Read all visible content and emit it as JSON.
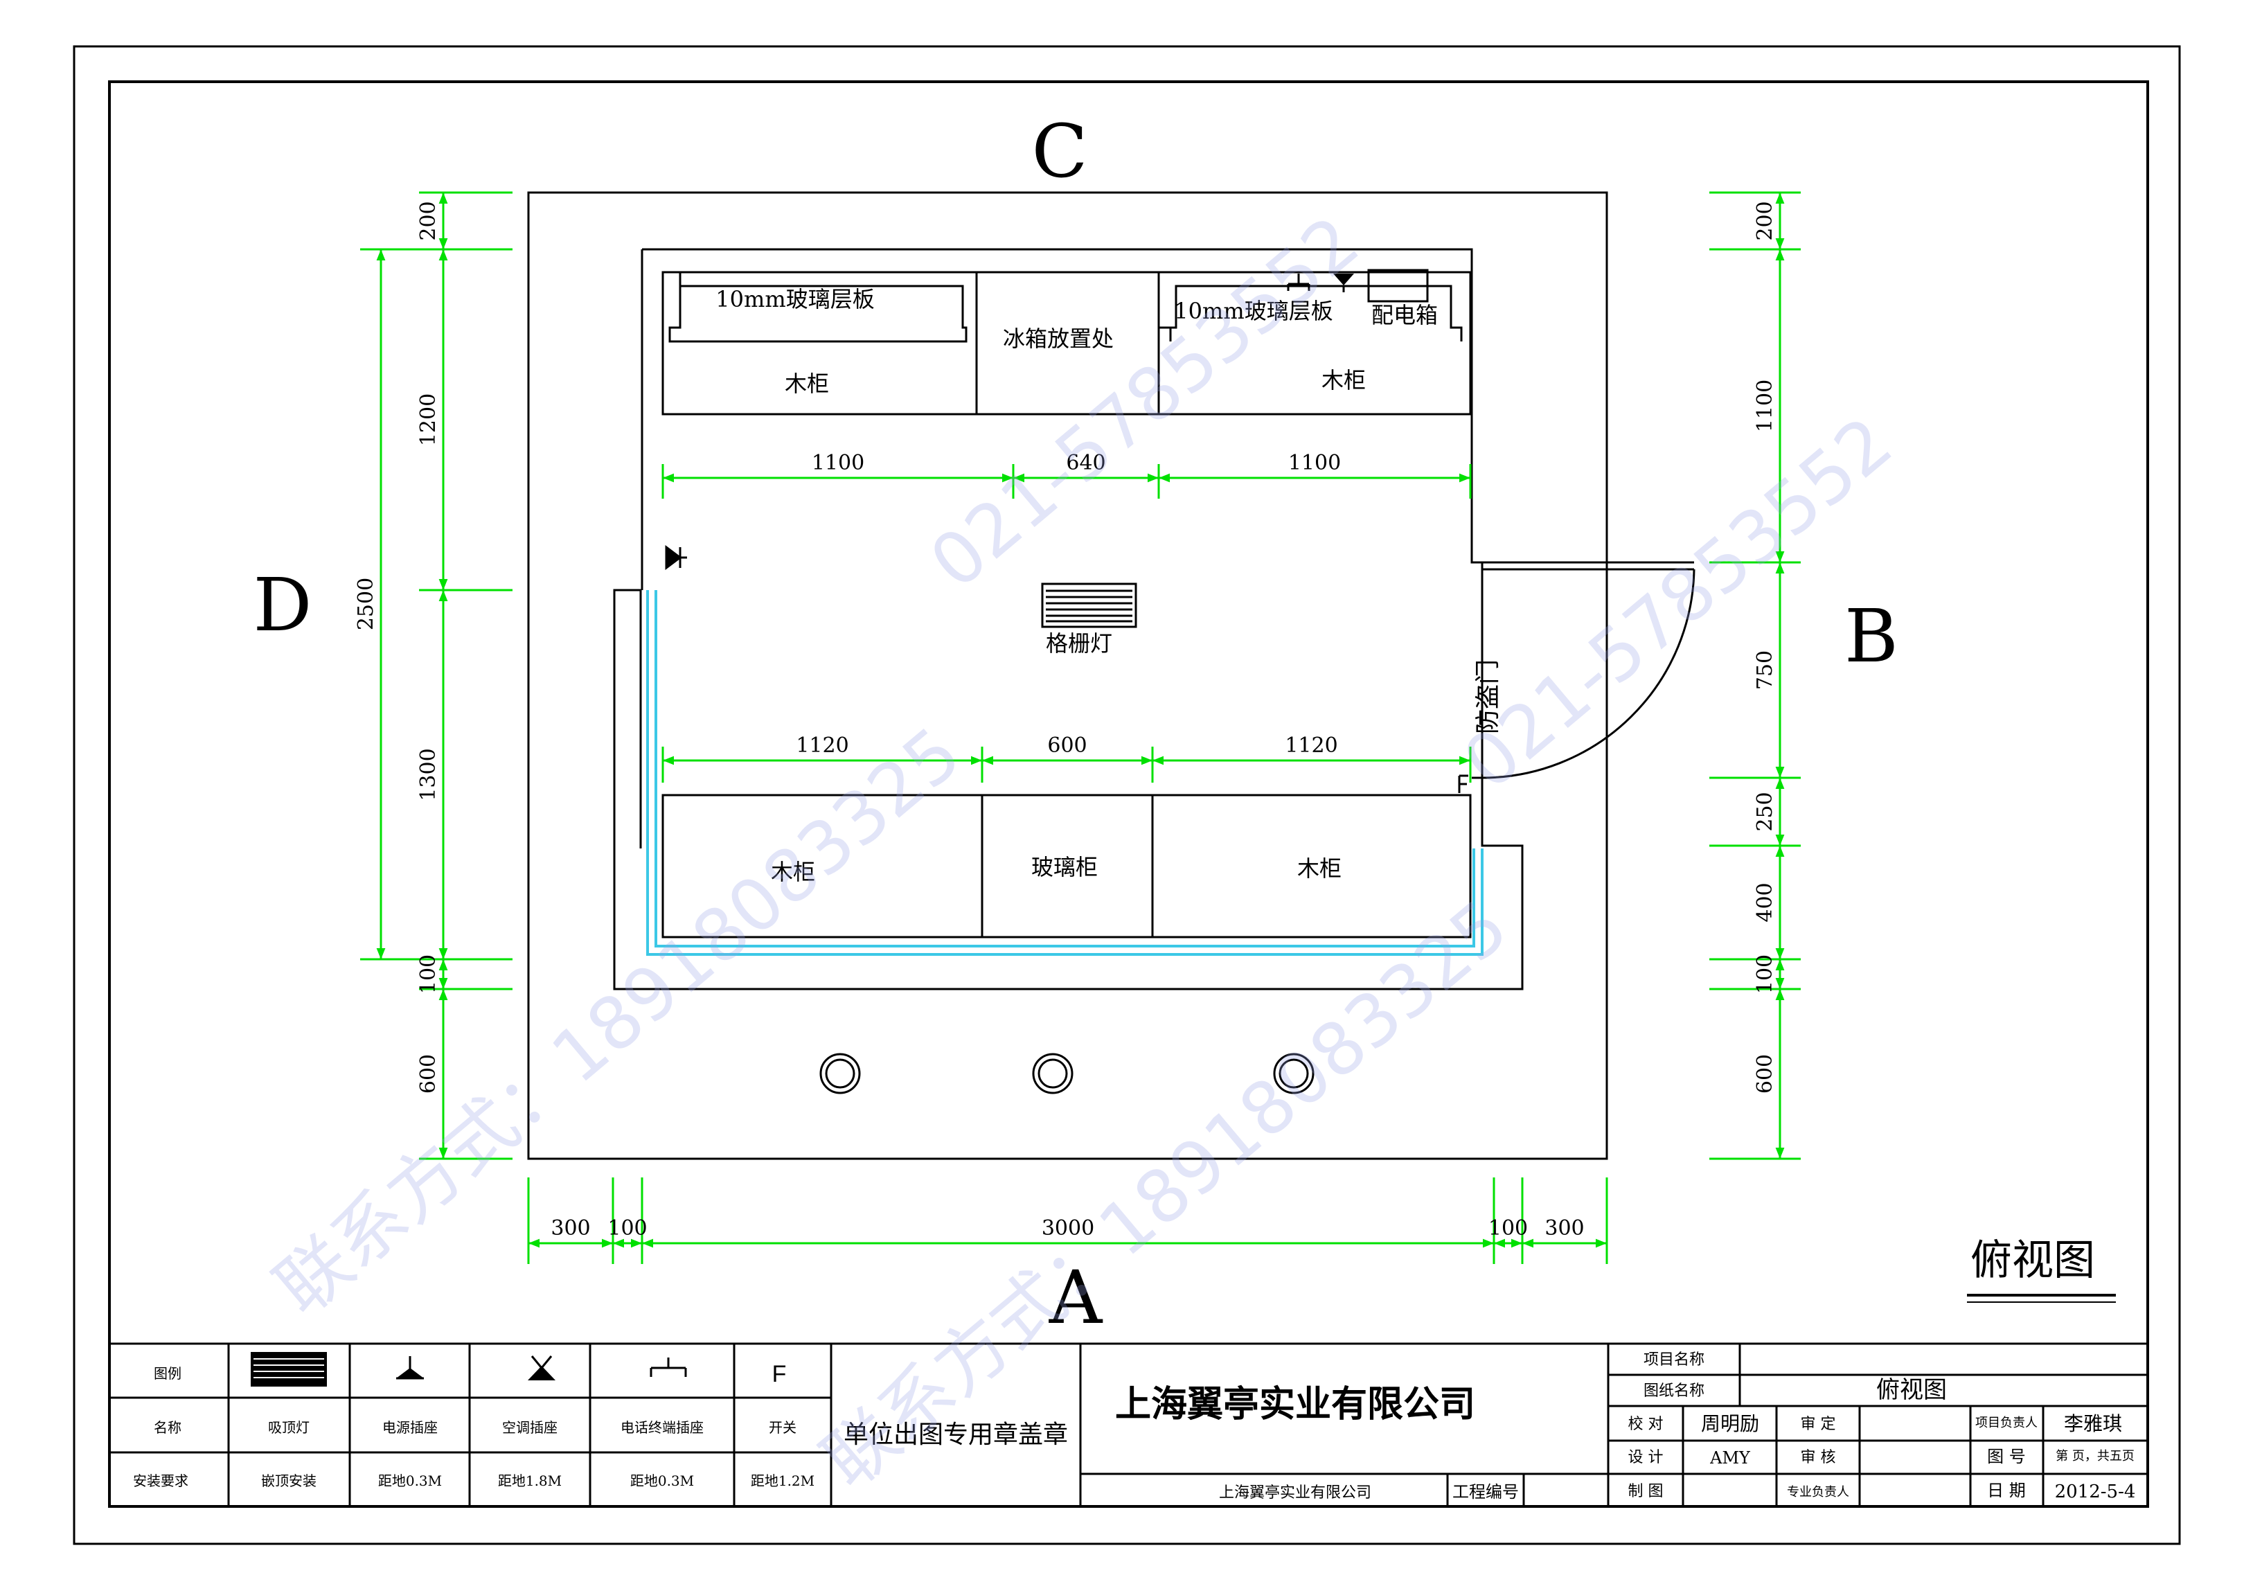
{
  "plan": {
    "direction_labels": {
      "north": "C",
      "east": "B",
      "south": "A",
      "west": "D"
    },
    "view_title": "俯视图",
    "top_row": {
      "shelf_left": "10mm玻璃层板",
      "cabinet_left": "木柜",
      "fridge_area": "冰箱放置处",
      "shelf_right": "10mm玻璃层板",
      "distribution_box": "配电箱",
      "cabinet_right": "木柜"
    },
    "bottom_row": {
      "cabinet_left": "木柜",
      "glass_cabinet": "玻璃柜",
      "cabinet_right": "木柜"
    },
    "grille_light": "格栅灯",
    "security_door": "防盗门"
  },
  "dimensions": {
    "top_row": [
      "1100",
      "640",
      "1100"
    ],
    "bottom_row": [
      "1120",
      "600",
      "1120"
    ],
    "bottom": [
      "300",
      "100",
      "3000",
      "100",
      "300"
    ],
    "left_outer": "2500",
    "left": [
      "200",
      "1200",
      "1300",
      "100",
      "600"
    ],
    "right": [
      "200",
      "1100",
      "750",
      "250",
      "400",
      "100",
      "600"
    ]
  },
  "legend": {
    "row_labels": [
      "图例",
      "名称",
      "安装要求"
    ],
    "items": [
      {
        "icon": "ceiling-light-icon",
        "name": "吸顶灯",
        "install": "嵌顶安装"
      },
      {
        "icon": "power-socket-icon",
        "name": "电源插座",
        "install": "距地0.3M"
      },
      {
        "icon": "ac-socket-icon",
        "name": "空调插座",
        "install": "距地1.8M"
      },
      {
        "icon": "phone-socket-icon",
        "name": "电话终端插座",
        "install": "距地0.3M"
      },
      {
        "icon": "switch-icon",
        "glyph": "F",
        "name": "开关",
        "install": "距地1.2M"
      }
    ],
    "stamp_note": "单位出图专用章盖章"
  },
  "title_block": {
    "company": "上海翼亭实业有限公司",
    "company_small": "上海翼亭实业有限公司",
    "project_number_label": "工程编号",
    "project_name_label": "项目名称",
    "drawing_name_label": "图纸名称",
    "drawing_name": "俯视图",
    "proofread_label": "校 对",
    "proofreader": "周明励",
    "approve_label": "审 定",
    "project_lead_label": "项目负责人",
    "project_lead": "李雅琪",
    "design_label": "设 计",
    "designer": "AMY",
    "review_label": "审 核",
    "drawing_no_label": "图 号",
    "page_info": "第 页，共五页",
    "draft_label": "制 图",
    "specialty_lead_label": "专业负责人",
    "date_label": "日 期",
    "date": "2012-5-4"
  },
  "watermarks": [
    "021-57853552",
    "联系方式：18918083325",
    "021-57853552",
    "联系方式：18918083325"
  ],
  "colors": {
    "line": "#000000",
    "dimension": "#00e000",
    "pipe": "#3cc8e6",
    "watermark": "#96a0e6"
  }
}
